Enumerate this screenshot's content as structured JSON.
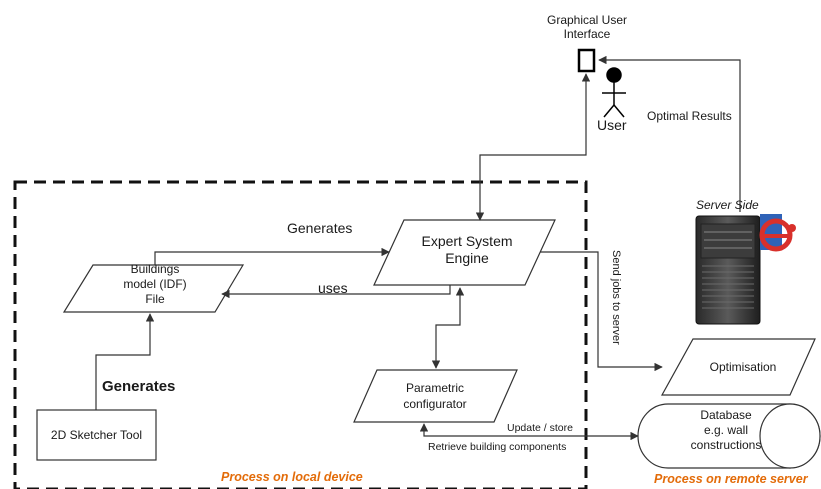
{
  "gui": {
    "title_line1": "Graphical User",
    "title_line2": "Interface"
  },
  "user": {
    "label": "User"
  },
  "optimal_results": "Optimal Results",
  "server": {
    "label": "Server Side"
  },
  "expert_system": {
    "line1": "Expert System",
    "line2": "Engine"
  },
  "buildings_model": {
    "line1": "Buildings",
    "line2": "model (IDF)",
    "line3": "File"
  },
  "generates_top": "Generates",
  "uses": "uses",
  "generates_bottom": "Generates",
  "sketcher": "2D Sketcher Tool",
  "parametric": {
    "line1": "Parametric",
    "line2": "configurator"
  },
  "send_jobs": "Send jobs to server",
  "optimisation": "Optimisation",
  "database": {
    "line1": "Database",
    "line2": "e.g. wall",
    "line3": "constructions"
  },
  "update_store": "Update / store",
  "retrieve": "Retrieve building components",
  "local_process": "Process on local device",
  "remote_process": "Process on remote server",
  "colors": {
    "accent": "#e36c0a",
    "line": "#333333",
    "dashed_box": "#111111"
  }
}
